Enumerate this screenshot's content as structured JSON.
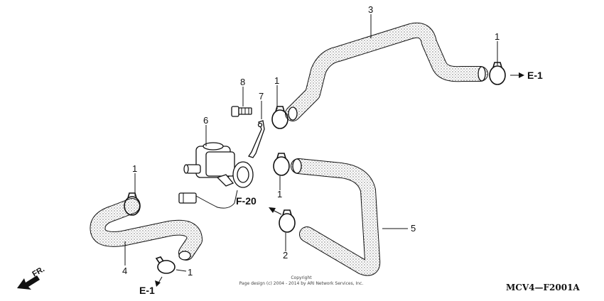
{
  "diagram": {
    "callouts": {
      "p1a": "1",
      "p1b": "1",
      "p1c": "1",
      "p1d": "1",
      "p1e": "1",
      "p2": "2",
      "p3": "3",
      "p4": "4",
      "p5": "5",
      "p6": "6",
      "p7": "7",
      "p8": "8"
    },
    "refs": {
      "e1_right": "E-1",
      "e1_bottom": "E-1",
      "f20": "F-20"
    },
    "direction_label": "FR.",
    "copyright_line1": "Copyright",
    "copyright_line2": "Page design (c) 2004 - 2014 by ARI Network Services, Inc.",
    "figure_code": "MCV4—F2001A"
  }
}
